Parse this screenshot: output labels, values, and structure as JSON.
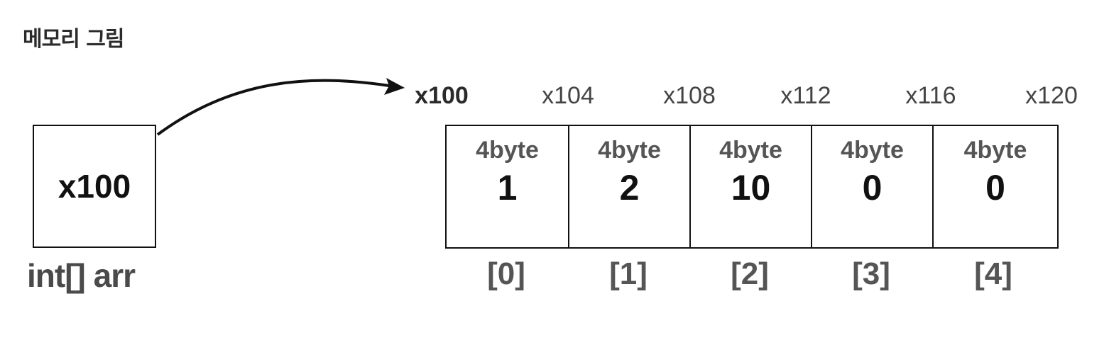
{
  "title": "메모리 그림",
  "variable": {
    "value": "x100",
    "label": "int[] arr"
  },
  "addresses": [
    "x100",
    "x104",
    "x108",
    "x112",
    "x116",
    "x120"
  ],
  "cells": [
    {
      "size": "4byte",
      "value": "1",
      "index": "[0]"
    },
    {
      "size": "4byte",
      "value": "2",
      "index": "[1]"
    },
    {
      "size": "4byte",
      "value": "10",
      "index": "[2]"
    },
    {
      "size": "4byte",
      "value": "0",
      "index": "[3]"
    },
    {
      "size": "4byte",
      "value": "0",
      "index": "[4]"
    }
  ]
}
